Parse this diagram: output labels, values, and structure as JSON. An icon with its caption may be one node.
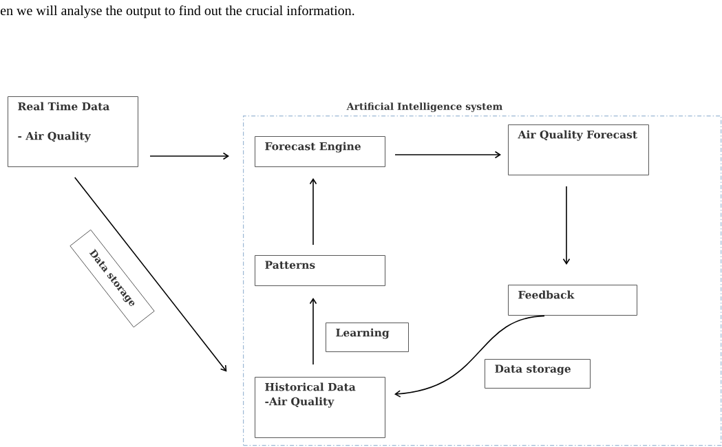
{
  "diagram": {
    "nodes": [
      {
        "text": [
          "Real Time Data",
          "- Air Quality"
        ]
      },
      {
        "text": [
          "Artificial Intelligence system"
        ]
      },
      {
        "text": [
          "Forecast Engine"
        ],
        "in": 1
      },
      {
        "text": [
          "Air Quality Forecast"
        ],
        "in": 1
      },
      {
        "text": [
          "Patterns"
        ],
        "in": 1
      },
      {
        "text": [
          "Learning"
        ],
        "in": 1
      },
      {
        "text": [
          "Feedback"
        ],
        "in": 1
      },
      {
        "text": [
          "Data storage"
        ],
        "in": 1
      },
      {
        "text": [
          "Historical Data -Air Quality"
        ],
        "in": 1
      },
      {
        "text": [
          "Data storage"
        ]
      }
    ],
    "edges": [
      {
        "from": 0,
        "to": 1,
        "arrow": "to"
      },
      {
        "from": 2,
        "to": 3,
        "arrow": "to"
      },
      {
        "from": 3,
        "to": 6,
        "arrow": "to"
      },
      {
        "from": 8,
        "to": 4,
        "arrow": "to"
      },
      {
        "from": 4,
        "to": 2,
        "arrow": "to"
      },
      {
        "from": 6,
        "to": 8,
        "arrow": "to"
      },
      {
        "from": 0,
        "to": 8,
        "arrow": "to"
      }
    ],
    "labels": [
      "en we will analyse the output to find out the crucial information."
    ]
  }
}
